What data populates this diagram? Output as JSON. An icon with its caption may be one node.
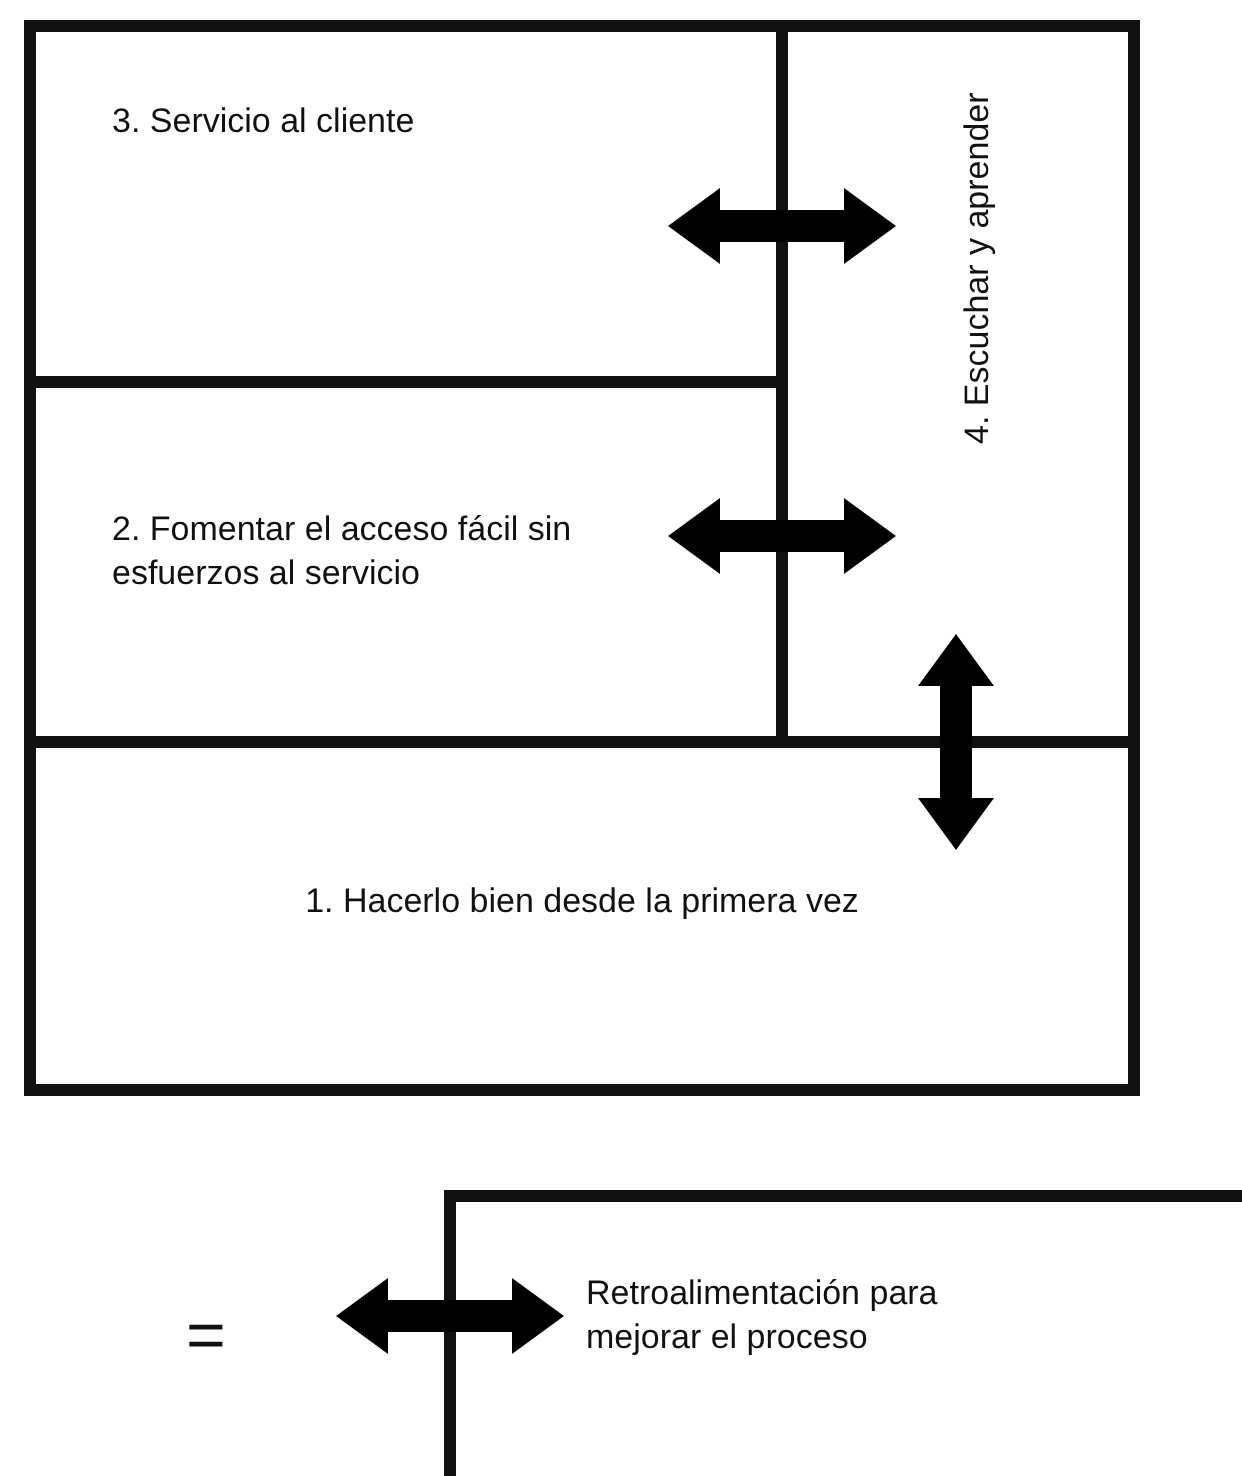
{
  "diagram": {
    "nodes": [
      {
        "text": [
          "3. Servicio al cliente"
        ]
      },
      {
        "text": [
          "2. Fomentar el acceso fácil sin esfuerzos al servicio"
        ]
      },
      {
        "text": [
          "4. Escuchar y aprender"
        ]
      },
      {
        "text": [
          "1. Hacerlo bien desde la primera vez"
        ]
      }
    ],
    "edges": [
      {
        "from": 0,
        "to": 2,
        "arrow": "both"
      },
      {
        "from": 1,
        "to": 2,
        "arrow": "both"
      },
      {
        "from": 2,
        "to": 3,
        "arrow": "both"
      }
    ],
    "labels": [
      "="
    ],
    "legend": [
      {
        "text": "Retroalimentación para mejorar el proceso"
      }
    ]
  }
}
